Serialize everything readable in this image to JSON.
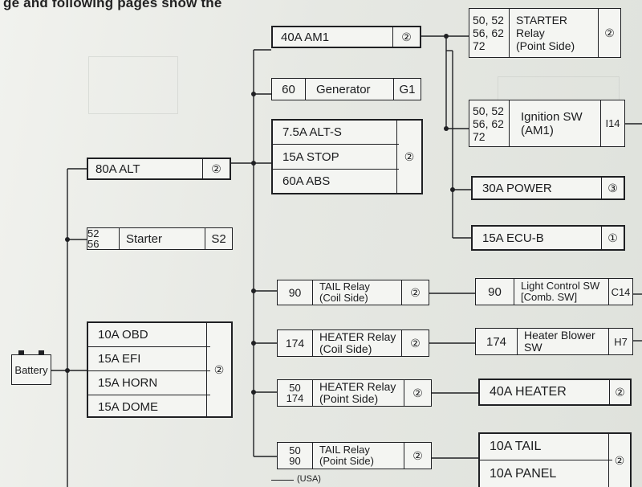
{
  "header": {
    "text": "ge and following pages show the"
  },
  "battery": {
    "label": "Battery"
  },
  "left_boxes": {
    "alt80": {
      "label": "80A ALT",
      "num": "②"
    },
    "starter": {
      "pins": [
        "52",
        "56"
      ],
      "label": "Starter",
      "code": "S2"
    }
  },
  "left_group": {
    "rows": [
      "10A OBD",
      "15A EFI",
      "15A HORN",
      "15A DOME"
    ],
    "num": "②"
  },
  "middle": {
    "am1": {
      "label": "40A AM1",
      "num": "②"
    },
    "generator": {
      "pin": "60",
      "label": "Generator",
      "code": "G1"
    },
    "group": {
      "rows": [
        "7.5A ALT-S",
        "15A STOP",
        "60A ABS"
      ],
      "num": "②"
    }
  },
  "right_top": {
    "starter_relay": {
      "pins": [
        "50, 52",
        "56, 62",
        "72"
      ],
      "label": [
        "STARTER",
        "Relay",
        "(Point Side)"
      ],
      "num": "②"
    },
    "ignition_sw": {
      "pins": [
        "50, 52",
        "56, 62",
        "72"
      ],
      "label": [
        "Ignition SW",
        "(AM1)"
      ],
      "code": "I14"
    },
    "power": {
      "label": "30A POWER",
      "num": "③"
    },
    "ecub": {
      "label": "15A ECU-B",
      "num": "①"
    }
  },
  "relays": [
    {
      "pins": [
        "90"
      ],
      "label": [
        "TAIL Relay",
        "(Coil Side)"
      ],
      "num": "②"
    },
    {
      "pins": [
        "174"
      ],
      "label": [
        "HEATER Relay",
        "(Coil Side)"
      ],
      "num": "②"
    },
    {
      "pins": [
        "50",
        "174"
      ],
      "label": [
        "HEATER Relay",
        "(Point Side)"
      ],
      "num": "②"
    },
    {
      "pins": [
        "50",
        "90"
      ],
      "label": [
        "TAIL Relay",
        "(Point Side)"
      ],
      "num": "②"
    }
  ],
  "loads": {
    "light_control": {
      "pin": "90",
      "label": [
        "Light Control SW",
        "[Comb. SW]"
      ],
      "code": "C14"
    },
    "heater_blower": {
      "pin": "174",
      "label": [
        "Heater Blower",
        "SW"
      ],
      "code": "H7"
    },
    "heater40": {
      "label": "40A HEATER",
      "num": "②"
    },
    "tail_group": {
      "rows": [
        "10A TAIL",
        "10A PANEL"
      ],
      "num": "②"
    }
  },
  "footnote": {
    "usa": "(USA)"
  }
}
